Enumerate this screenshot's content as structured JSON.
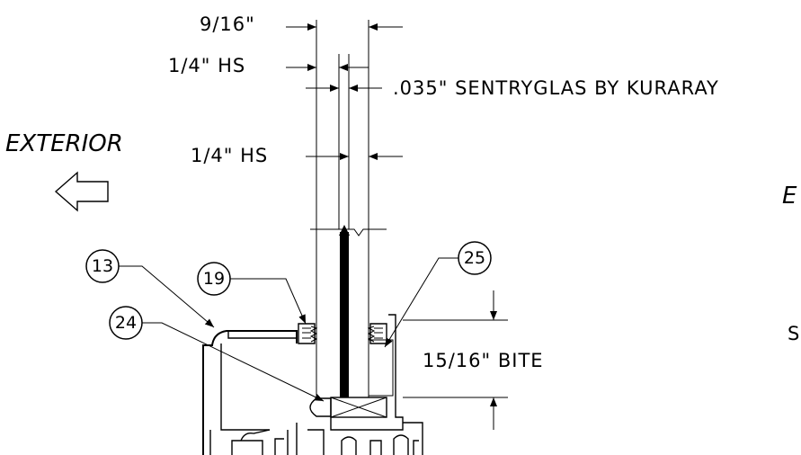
{
  "labels": {
    "glass_total": "9/16\"",
    "outer_lite": "1/4\" HS",
    "interlayer": ".035\" SENTRYGLAS BY KURARAY",
    "inner_lite": "1/4\" HS",
    "bite": "15/16\" BITE",
    "exterior": "EXTERIOR",
    "right_letter_top": "E",
    "right_letter_mid": "S"
  },
  "callouts": {
    "c13": "13",
    "c19": "19",
    "c24": "24",
    "c25": "25"
  },
  "icons": {
    "exterior_arrow": "left-arrow-icon"
  }
}
